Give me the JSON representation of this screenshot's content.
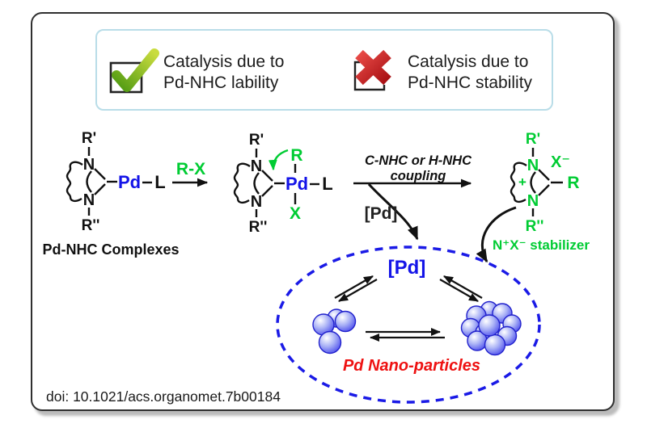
{
  "colors": {
    "accent_green": "#00cc33",
    "pd_blue": "#1414e8",
    "caption_red": "#ee1111",
    "ellipse_blue": "#1a1ae6",
    "check_green_light": "#c3d93c",
    "check_green_dark": "#55a013",
    "cross_red_light": "#e43f3f",
    "cross_red_dark": "#a81014",
    "frame_border": "#2f2f2f",
    "banner_border": "#b9dde8",
    "sphere_blue": "#3a3aeb"
  },
  "banner": {
    "lability": {
      "line1": "Catalysis due to",
      "line2": "Pd-NHC lability"
    },
    "stability": {
      "line1": "Catalysis due to",
      "line2": "Pd-NHC stability"
    }
  },
  "scheme": {
    "complex1": {
      "r1": "R'",
      "n1": "N",
      "n2": "N",
      "r2": "R''",
      "metal": "Pd",
      "ligand": "L",
      "caption": "Pd-NHC Complexes"
    },
    "oxidative_addition": {
      "label": "R-X"
    },
    "complex2": {
      "r1": "R'",
      "n1": "N",
      "n2": "N",
      "r2": "R''",
      "metal": "Pd",
      "ligand": "L",
      "r_group": "R",
      "x_group": "X"
    },
    "coupling": {
      "line1": "C-NHC or H-NHC",
      "line2": "coupling"
    },
    "pd_release_label": "[Pd]",
    "azolium": {
      "r1": "R'",
      "n1": "N",
      "n2": "N",
      "r2": "R''",
      "r_group": "R",
      "x_anion": "X⁻",
      "charge": "+",
      "stabilizer": "N⁺X⁻ stabilizer"
    },
    "nanoparticles": {
      "pd_label": "[Pd]",
      "caption": "Pd Nano-particles"
    }
  },
  "footer": {
    "doi": "doi: 10.1021/acs.organomet.7b00184"
  }
}
